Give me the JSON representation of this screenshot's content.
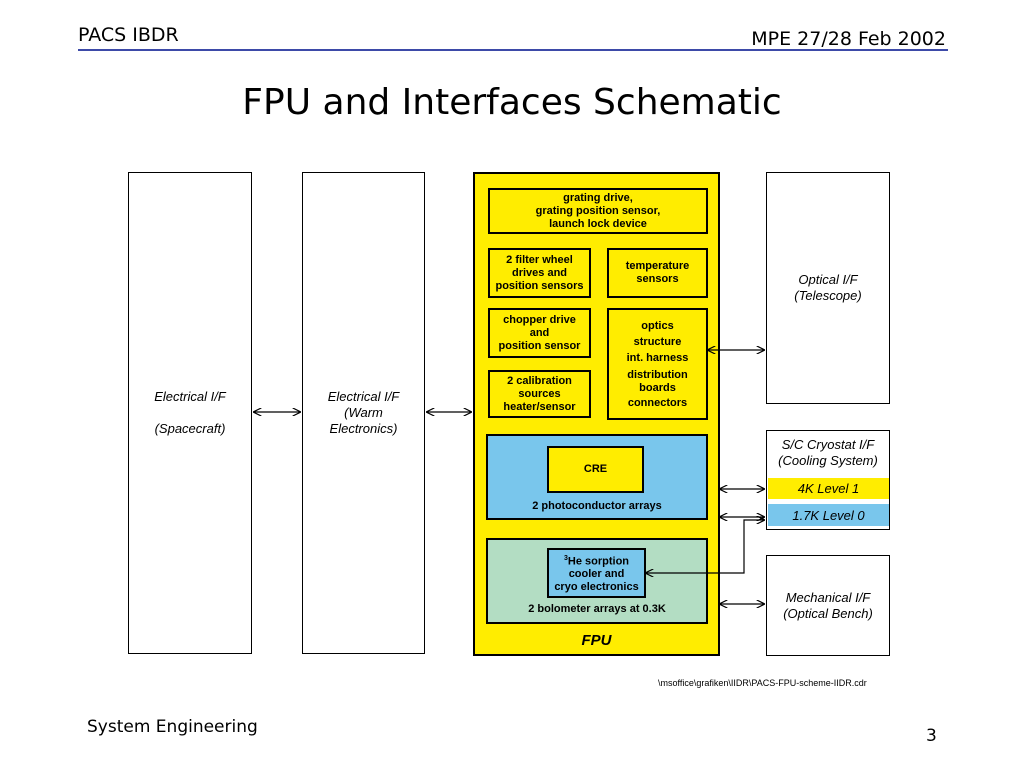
{
  "header": {
    "left": "PACS IBDR",
    "right": "MPE 27/28 Feb 2002"
  },
  "title": "FPU and Interfaces Schematic",
  "blocks": {
    "electrical_sc": {
      "line1": "Electrical I/F",
      "line2": "(Spacecraft)"
    },
    "electrical_warm": {
      "line1": "Electrical I/F",
      "line2": "(Warm",
      "line3": "Electronics)"
    },
    "optical": {
      "line1": "Optical I/F",
      "line2": "(Telescope)"
    },
    "cryostat": {
      "line1": "S/C Cryostat I/F",
      "line2": "(Cooling System)",
      "level1": "4K Level 1",
      "level0": "1.7K Level 0"
    },
    "mechanical": {
      "line1": "Mechanical I/F",
      "line2": "(Optical Bench)"
    }
  },
  "fpu": {
    "label": "FPU",
    "grating": {
      "line1": "grating drive,",
      "line2": "grating position sensor,",
      "line3": "launch lock device"
    },
    "filter": {
      "line1": "2 filter wheel",
      "line2": "drives and",
      "line3": "position sensors"
    },
    "temperature": {
      "line1": "temperature",
      "line2": "sensors"
    },
    "chopper": {
      "line1": "chopper drive",
      "line2": "and",
      "line3": "position sensor"
    },
    "optics": {
      "line1": "optics",
      "line2": "structure",
      "line3": "int. harness",
      "line4": "distribution",
      "line5": "boards",
      "line6": "connectors"
    },
    "calibration": {
      "line1": "2 calibration",
      "line2": "sources",
      "line3": "heater/sensor"
    },
    "cre": "CRE",
    "photoconductor": "2 photoconductor arrays",
    "sorption": {
      "superscript": "3",
      "line1": "He sorption",
      "line2": "cooler and",
      "line3": "cryo electronics"
    },
    "bolometer": "2 bolometer arrays at 0.3K"
  },
  "file_path": "\\msoffice\\grafiken\\IIDR\\PACS-FPU-scheme-IIDR.cdr",
  "footer": {
    "left": "System Engineering",
    "page": "3"
  },
  "colors": {
    "fpu_yellow": "#ffed00",
    "blue": "#79c6ec",
    "green": "#b3ddc3",
    "rule": "#3d4aa8"
  }
}
